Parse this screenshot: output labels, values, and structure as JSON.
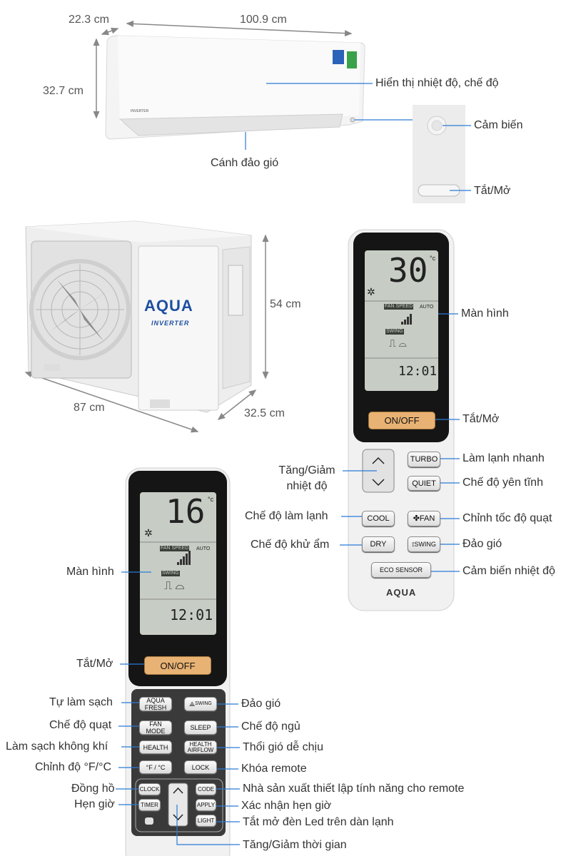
{
  "indoor_unit": {
    "dimensions": {
      "depth": "22.3 cm",
      "width": "100.9 cm",
      "height": "32.7 cm"
    },
    "labels": {
      "display": "Hiển thị nhiệt độ, chế độ",
      "sensor": "Cảm biến",
      "louver": "Cánh đảo gió",
      "power": "Tắt/Mở"
    }
  },
  "outdoor_unit": {
    "brand": "AQUA",
    "brand_sub": "INVERTER",
    "dimensions": {
      "height": "54 cm",
      "width": "87 cm",
      "depth": "32.5 cm"
    }
  },
  "remote_small": {
    "lcd": {
      "temp": "30",
      "unit": "°c",
      "fan_speed": "FAN SPEED",
      "auto": "AUTO",
      "swing": "SWING",
      "time": "12:01"
    },
    "buttons": {
      "onoff": "ON/OFF",
      "turbo": "TURBO",
      "quiet": "QUIET",
      "cool": "COOL",
      "fan": "FAN",
      "dry": "DRY",
      "swing": "SWING",
      "eco": "ECO SENSOR"
    },
    "logo": "AQUA",
    "labels": {
      "screen": "Màn hình",
      "power": "Tắt/Mở",
      "temp_1": "Tăng/Giảm",
      "temp_2": "nhiệt độ",
      "turbo": "Làm lạnh nhanh",
      "quiet": "Chế độ yên tĩnh",
      "cool": "Chế độ làm lạnh",
      "fan": "Chỉnh tốc độ quạt",
      "dry": "Chế độ khử ẩm",
      "swing": "Đảo gió",
      "eco": "Cảm biến nhiệt độ"
    }
  },
  "remote_large": {
    "lcd": {
      "temp": "16",
      "unit": "°c",
      "fan_speed": "FAN SPEED",
      "auto": "AUTO",
      "swing": "SWING",
      "time": "12:01"
    },
    "buttons": {
      "onoff": "ON/OFF",
      "aqua_fresh_1": "AQUA",
      "aqua_fresh_2": "FRESH",
      "swing": "SWING",
      "fan_mode": "FAN MODE",
      "sleep": "SLEEP",
      "health": "HEALTH",
      "health_airflow_1": "HEALTH",
      "health_airflow_2": "AIRFLOW",
      "temp_unit": "°F / °C",
      "lock": "LOCK",
      "clock": "CLOCK",
      "timer": "TIMER",
      "code": "CODE",
      "apply": "APPLY",
      "light": "LIGHT"
    },
    "labels": {
      "screen": "Màn hình",
      "power": "Tắt/Mở",
      "self_clean": "Tự làm sạch",
      "fan_mode": "Chế độ quạt",
      "air_clean": "Làm sạch không khí",
      "temp_unit": "Chỉnh độ °F/°C",
      "clock": "Đồng hồ",
      "timer": "Hẹn giờ",
      "swing": "Đảo gió",
      "sleep": "Chế độ ngủ",
      "airflow": "Thổi gió dễ chịu",
      "lock": "Khóa remote",
      "code": "Nhà sản xuất thiết lập tính năng cho remote",
      "apply": "Xác nhận hẹn giờ",
      "light": "Tắt mở đèn Led trên dàn lạnh",
      "time_adjust": "Tăng/Giảm thời gian"
    }
  },
  "colors": {
    "leader_line": "#2a7bd6",
    "onoff_button": "#e8b274",
    "lcd": "#c7cdc4"
  }
}
